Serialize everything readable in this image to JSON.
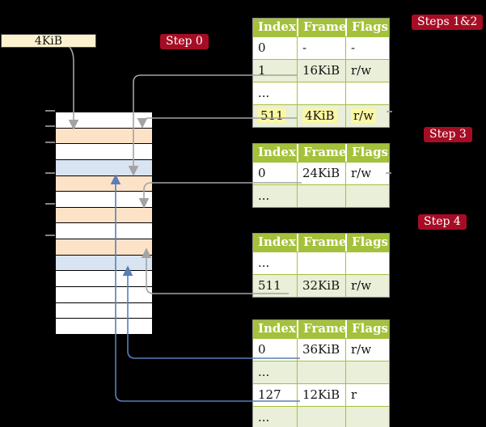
{
  "size_box": {
    "label": "4KiB"
  },
  "steps": {
    "step0": "Step 0",
    "steps12": "Steps 1&2",
    "step3": "Step 3",
    "step4": "Step 4"
  },
  "memory": {
    "description": "physical memory frames, one row per 4KiB frame",
    "row_colors": [
      "white",
      "peach",
      "white",
      "blue",
      "peach",
      "white",
      "peach",
      "white",
      "peach",
      "blue",
      "white",
      "white",
      "white",
      "white"
    ]
  },
  "tables": [
    {
      "id": "page-table-steps-1-2",
      "headers": [
        "Index",
        "Frame",
        "Flags"
      ],
      "rows": [
        {
          "cells": [
            "0",
            "-",
            "-"
          ],
          "shaded": false,
          "highlighted": false
        },
        {
          "cells": [
            "1",
            "16KiB",
            "r/w"
          ],
          "shaded": true,
          "highlighted": false
        },
        {
          "cells": [
            "...",
            "",
            ""
          ],
          "shaded": false,
          "highlighted": false
        },
        {
          "cells": [
            "511",
            "4KiB",
            "r/w"
          ],
          "shaded": true,
          "highlighted": true
        }
      ]
    },
    {
      "id": "page-table-step-3",
      "headers": [
        "Index",
        "Frame",
        "Flags"
      ],
      "rows": [
        {
          "cells": [
            "0",
            "24KiB",
            "r/w"
          ],
          "shaded": false,
          "highlighted": false
        },
        {
          "cells": [
            "...",
            "",
            ""
          ],
          "shaded": true,
          "highlighted": false
        }
      ]
    },
    {
      "id": "page-table-step-4",
      "headers": [
        "Index",
        "Frame",
        "Flags"
      ],
      "rows": [
        {
          "cells": [
            "...",
            "",
            ""
          ],
          "shaded": false,
          "highlighted": false
        },
        {
          "cells": [
            "511",
            "32KiB",
            "r/w"
          ],
          "shaded": true,
          "highlighted": false
        }
      ]
    },
    {
      "id": "page-table-final",
      "headers": [
        "Index",
        "Frame",
        "Flags"
      ],
      "rows": [
        {
          "cells": [
            "0",
            "36KiB",
            "r/w"
          ],
          "shaded": false,
          "highlighted": false
        },
        {
          "cells": [
            "...",
            "",
            ""
          ],
          "shaded": true,
          "highlighted": false
        },
        {
          "cells": [
            "127",
            "12KiB",
            "r"
          ],
          "shaded": false,
          "highlighted": false
        },
        {
          "cells": [
            "...",
            "",
            ""
          ],
          "shaded": true,
          "highlighted": false
        }
      ]
    }
  ],
  "colors": {
    "badge_crimson": "#a60d24",
    "table_header_green": "#a4c13b",
    "table_shaded_green": "#e9efd8",
    "highlight_yellow": "#fbf7a3",
    "frame_peach": "#fce3c8",
    "frame_blue": "#d8e4f2",
    "size_box_cream": "#fdf2d0",
    "connector_gray": "#a3a3a3",
    "connector_blue": "#5b7db8"
  }
}
